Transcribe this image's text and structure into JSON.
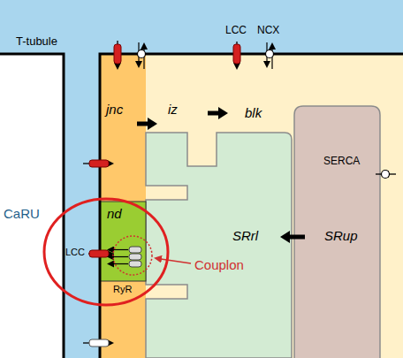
{
  "diagram": {
    "nodes": [
      {
        "text": [
          "T-tubule"
        ]
      },
      {
        "text": [
          "jnc"
        ]
      },
      {
        "text": [
          "iz"
        ]
      },
      {
        "text": [
          "blk"
        ]
      },
      {
        "text": [
          "nd"
        ],
        "in": 1
      },
      {
        "text": [
          "SRrl"
        ]
      },
      {
        "text": [
          "SRup"
        ]
      }
    ],
    "edges": [
      {
        "from": 1,
        "to": 2,
        "arrow": "to"
      },
      {
        "from": 2,
        "to": 3,
        "arrow": "to"
      },
      {
        "from": 6,
        "to": 5,
        "arrow": "to"
      }
    ],
    "labels": [
      "LCC",
      "NCX",
      "SERCA",
      "CaRU",
      "LCC",
      "RyR",
      "Couplon"
    ]
  }
}
